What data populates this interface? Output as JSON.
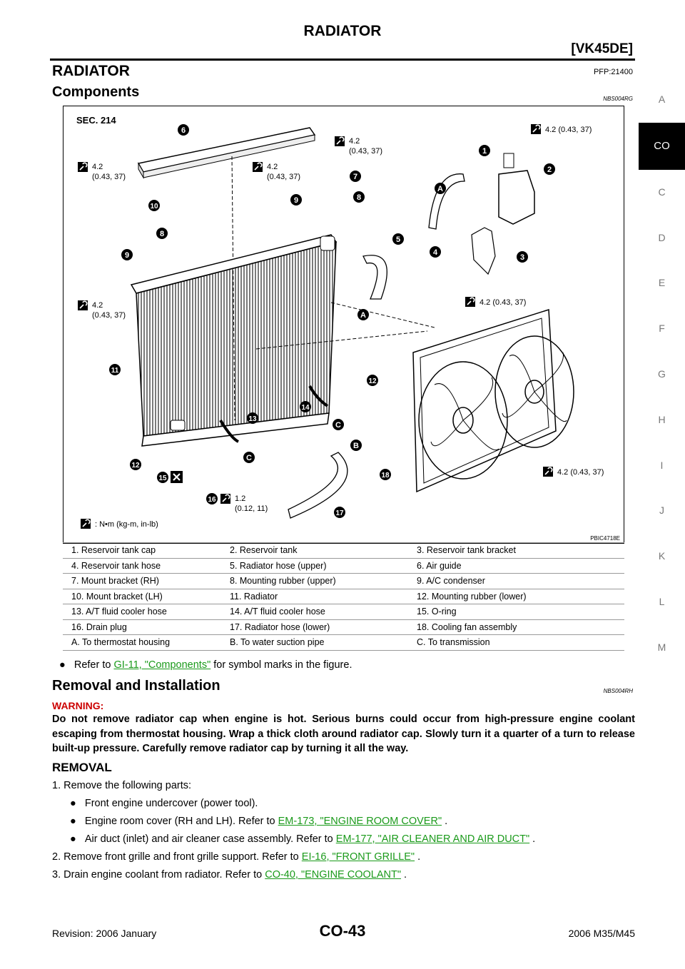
{
  "header": {
    "title": "RADIATOR",
    "subtitle": "[VK45DE]"
  },
  "section": {
    "title": "RADIATOR",
    "pfp": "PFP:21400"
  },
  "components": {
    "title": "Components",
    "code": "NBS004RG"
  },
  "sidebar": {
    "letters": [
      "A",
      "CO",
      "C",
      "D",
      "E",
      "F",
      "G",
      "H",
      "I",
      "J",
      "K",
      "L",
      "M"
    ],
    "active": "CO"
  },
  "figure": {
    "sec": "SEC. 214",
    "id": "PBIC4718E",
    "legend": ": N•m (kg-m, in-lb)",
    "torques": {
      "t1": [
        "4.2",
        "(0.43, 37)"
      ],
      "t2": [
        "4.2",
        "(0.43, 37)"
      ],
      "t3": [
        "4.2",
        "(0.43, 37)"
      ],
      "t4": [
        "4.2 (0.43, 37)"
      ],
      "t5": [
        "4.2",
        "(0.43, 37)"
      ],
      "t6": [
        "4.2 (0.43, 37)"
      ],
      "t7": [
        "4.2 (0.43, 37)"
      ],
      "t8": [
        "1.2",
        "(0.12, 11)"
      ]
    },
    "callouts": {
      "c1": "1",
      "c2": "2",
      "c3": "3",
      "c4": "4",
      "c5": "5",
      "c6": "6",
      "c7": "7",
      "c8a": "8",
      "c8b": "8",
      "c9a": "9",
      "c9b": "9",
      "c10": "10",
      "c11": "11",
      "c12a": "12",
      "c12b": "12",
      "c13": "13",
      "c14": "14",
      "c15": "15",
      "c16": "16",
      "c17": "17",
      "c18": "18",
      "cAa": "A",
      "cAb": "A",
      "cB": "B",
      "cCa": "C",
      "cCb": "C"
    }
  },
  "parts": [
    [
      "1.   Reservoir tank cap",
      "2.   Reservoir tank",
      "3.   Reservoir tank bracket"
    ],
    [
      "4.   Reservoir tank hose",
      "5.   Radiator hose (upper)",
      "6.   Air guide"
    ],
    [
      "7.   Mount bracket (RH)",
      "8.   Mounting rubber (upper)",
      "9.   A/C condenser"
    ],
    [
      "10.  Mount bracket (LH)",
      "11.  Radiator",
      "12.  Mounting rubber (lower)"
    ],
    [
      "13.  A/T fluid cooler hose",
      "14.  A/T fluid cooler hose",
      "15.  O-ring"
    ],
    [
      "16.  Drain plug",
      "17.  Radiator hose (lower)",
      "18.  Cooling fan assembly"
    ],
    [
      "A.   To thermostat housing",
      "B.   To water suction pipe",
      "C.   To transmission"
    ]
  ],
  "refer": {
    "pre": "Refer to ",
    "link": "GI-11, \"Components\"",
    "post": "  for symbol marks in the figure."
  },
  "removal_install": {
    "title": "Removal and Installation",
    "code": "NBS004RH"
  },
  "warning": {
    "label": "WARNING:",
    "text": "Do not remove radiator cap when engine is hot. Serious burns could occur from high-pressure engine coolant escaping from thermostat housing. Wrap a thick cloth around radiator cap. Slowly turn it a quarter of a turn to release built-up pressure. Carefully remove radiator cap by turning it all the way."
  },
  "removal": {
    "title": "REMOVAL",
    "step1": "1.   Remove the following parts:",
    "b1": "Front engine undercover (power tool).",
    "b2_pre": "Engine room cover (RH and LH). Refer to ",
    "b2_link": "EM-173, \"ENGINE ROOM COVER\"",
    "b2_post": " .",
    "b3_pre": "Air duct (inlet) and air cleaner case assembly. Refer to ",
    "b3_link": "EM-177, \"AIR CLEANER AND AIR DUCT\"",
    "b3_post": " .",
    "step2_pre": "2.   Remove front grille and front grille support. Refer to ",
    "step2_link": "EI-16, \"FRONT GRILLE\"",
    "step2_post": " .",
    "step3_pre": "3.   Drain engine coolant from radiator. Refer to ",
    "step3_link": "CO-40, \"ENGINE COOLANT\"",
    "step3_post": " ."
  },
  "footer": {
    "revision": "Revision: 2006 January",
    "page": "CO-43",
    "model": "2006 M35/M45"
  }
}
